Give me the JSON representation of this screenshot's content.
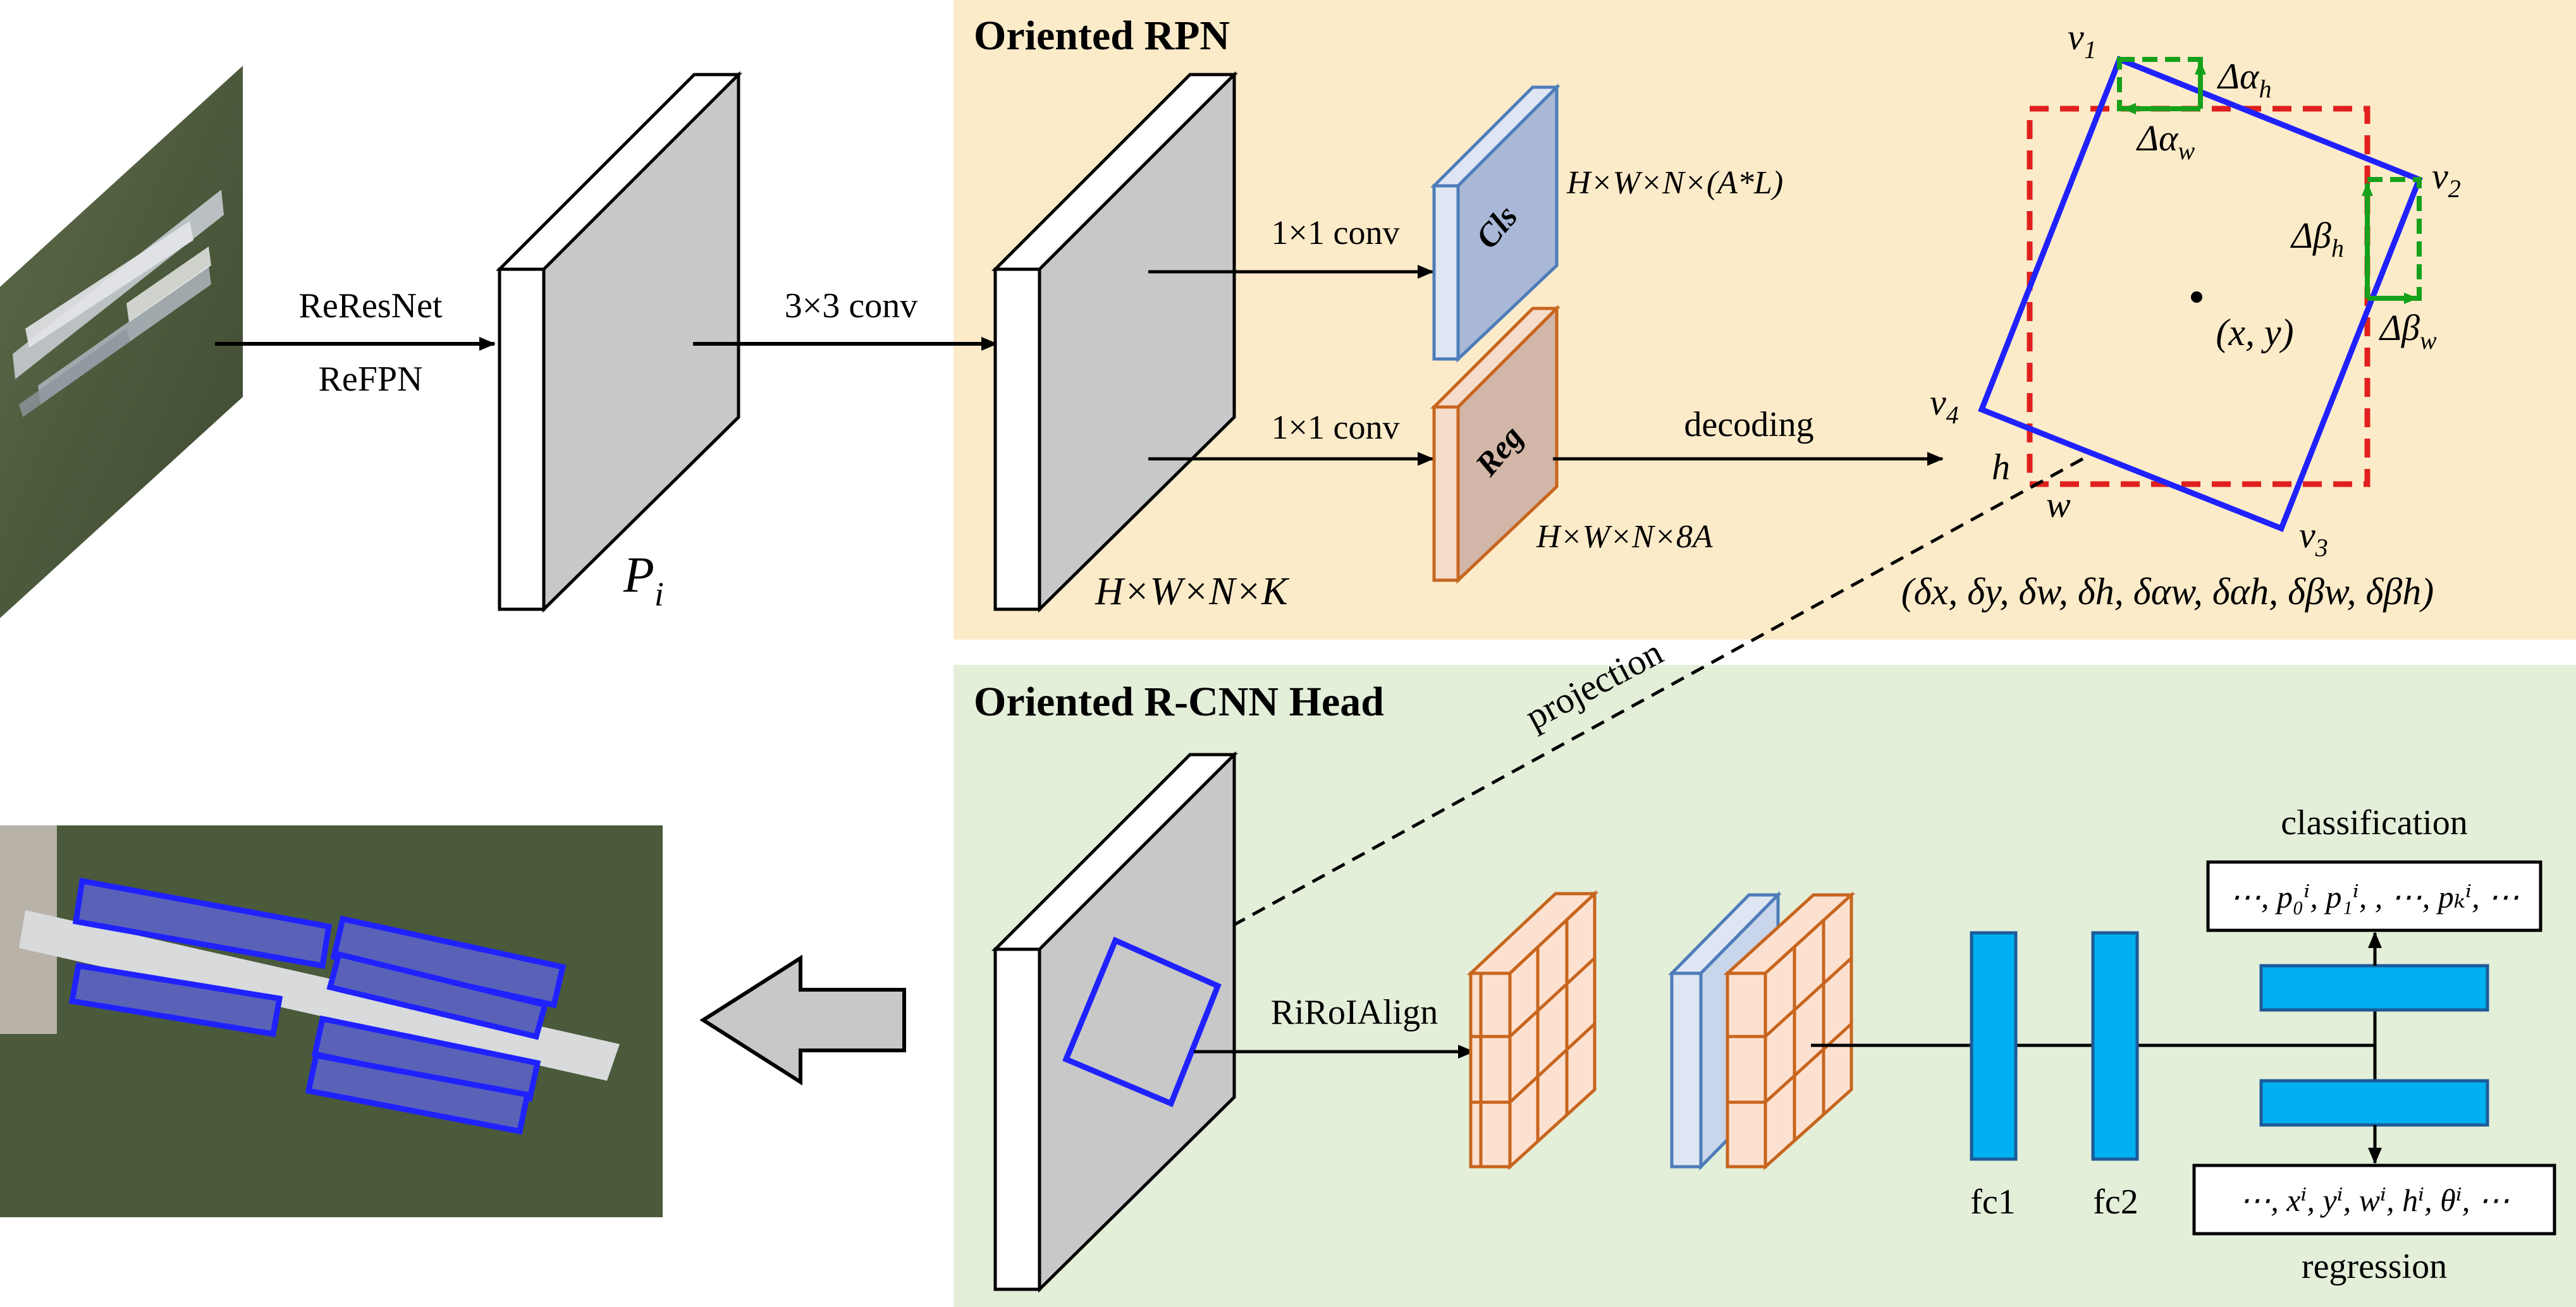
{
  "rpn_panel": {
    "title": "Oriented RPN",
    "conv_cls": "1×1 conv",
    "conv_reg": "1×1 conv",
    "cls_block": "Cls",
    "reg_block": "Reg",
    "cls_dims": "H×W×N×(A*L)",
    "reg_dims": "H×W×N×8A",
    "feature_dims": "H×W×N×K",
    "decoding": "decoding",
    "params": "(δx, δy, δw, δh, δαw, δαh, δβw, δβh)"
  },
  "backbone": {
    "label_line1": "ReResNet",
    "label_line2": "ReFPN",
    "conv3": "3×3 conv",
    "pyramid_label": "P",
    "pyramid_sub": "i"
  },
  "obox": {
    "v1": "v",
    "v1_sub": "1",
    "v2": "v",
    "v2_sub": "2",
    "v3": "v",
    "v3_sub": "3",
    "v4": "v",
    "v4_sub": "4",
    "center": "(x, y)",
    "d_alpha_h": "Δα",
    "d_alpha_h_sub": "h",
    "d_alpha_w": "Δα",
    "d_alpha_w_sub": "w",
    "d_beta_h": "Δβ",
    "d_beta_h_sub": "h",
    "d_beta_w": "Δβ",
    "d_beta_w_sub": "w",
    "h_label": "h",
    "w_label": "w"
  },
  "head_panel": {
    "title": "Oriented R-CNN Head",
    "projection": "projection",
    "rroi": "RiRoIAlign",
    "fc1": "fc1",
    "fc2": "fc2",
    "classification": "classification",
    "regression": "regression",
    "cls_output": "⋯, p₀ⁱ, p₁ⁱ, , ⋯, pₖⁱ, ⋯",
    "reg_output": "⋯, xⁱ, yⁱ, wⁱ, hⁱ, θⁱ, ⋯"
  },
  "colors": {
    "rpn_bg": "#fcebc9",
    "head_bg": "#e3efd9",
    "fc_blue": "#00b0f0",
    "box_blue": "#1f22ff",
    "dash_red": "#e0201e",
    "delta_green": "#16a11a",
    "cls_block": "#a9b8d6",
    "reg_block": "#d2b6a7",
    "grid_orange": "#c7651e"
  }
}
